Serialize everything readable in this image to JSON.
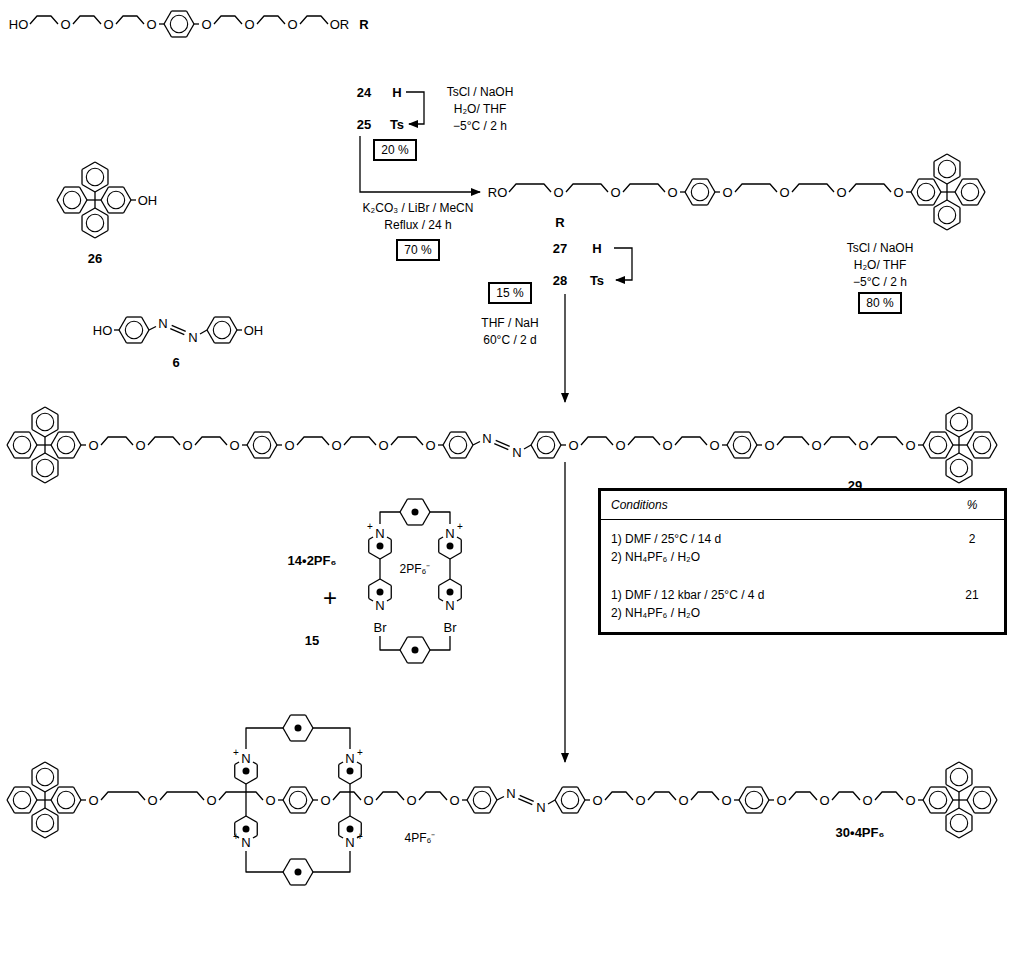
{
  "diagram": {
    "nodes": [
      {
        "text": [
          "20 %"
        ]
      },
      {
        "text": [
          "70 %"
        ]
      },
      {
        "text": [
          "80 %"
        ]
      },
      {
        "text": [
          "15 %"
        ]
      },
      {
        "text": [
          "Conditions",
          "%",
          "1) DMF / 25°C / 14 d",
          "2) NH₄PF₆ / H₂O",
          "2",
          "1) DMF / 12 kbar / 25°C / 4 d",
          "2) NH₄PF₆ / H₂O",
          "21"
        ]
      }
    ],
    "labels": [
      "HO",
      "O",
      "O",
      "O",
      "O",
      "O",
      "O",
      "OR",
      "R",
      "24",
      "H",
      "25",
      "Ts",
      "TsCl / NaOH",
      "H₂O/ THF",
      "−5°C / 2 h",
      "OH",
      "26",
      "K₂CO₃ / LiBr / MeCN",
      "Reflux / 24 h",
      "RO",
      "O",
      "O",
      "O",
      "O",
      "O",
      "O",
      "O",
      "R",
      "27",
      "H",
      "28",
      "Ts",
      "TsCl / NaOH",
      "H₂O/ THF",
      "−5°C / 2 h",
      "HO",
      "N",
      "N",
      "OH",
      "6",
      "THF / NaH",
      "60°C / 2 d",
      "O",
      "O",
      "O",
      "O",
      "O",
      "O",
      "O",
      "O",
      "N",
      "N",
      "O",
      "O",
      "O",
      "O",
      "O",
      "O",
      "O",
      "O",
      "29",
      "+",
      "N",
      "N",
      "+",
      "N",
      "N",
      "14•2PF₆",
      "2PF₆⁻",
      "+",
      "15",
      "Br",
      "Br",
      "O",
      "O",
      "O",
      "O",
      "O",
      "O",
      "O",
      "O",
      "N",
      "N",
      "O",
      "O",
      "O",
      "O",
      "O",
      "O",
      "O",
      "O",
      "+",
      "N",
      "N",
      "+",
      "+",
      "N",
      "N",
      "+",
      "4PF₆⁻",
      "30•4PF₆"
    ]
  }
}
